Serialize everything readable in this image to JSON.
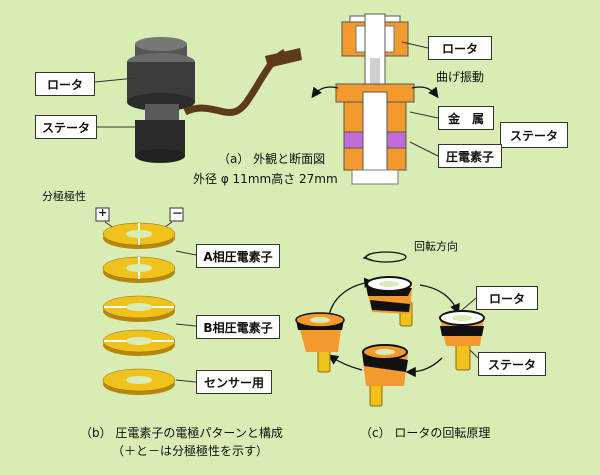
{
  "labels": {
    "rotor_top_left": "ロータ",
    "stator_top_left": "ステータ",
    "rotor_top_right": "ロータ",
    "bending_vibration": "曲げ振動",
    "metal": "金　属",
    "stator_right": "ステータ",
    "piezo_element": "圧電素子",
    "polarization": "分極極性",
    "plus": "+",
    "minus": "－",
    "a_phase": "A相圧電素子",
    "b_phase": "B相圧電素子",
    "sensor": "センサー用",
    "rotation_direction": "回転方向",
    "rotor_c": "ロータ",
    "stator_c": "ステータ"
  },
  "captions": {
    "a_line1": "（a） 外観と断面図",
    "a_line2": "外径 φ 11mm高さ 27mm",
    "b_line1": "（b） 圧電素子の電極パターンと構成",
    "b_line2": "（＋と－は分極極性を示す）",
    "c_line1": "（c） ロータの回転原理"
  },
  "colors": {
    "background": "#d8ecb4",
    "ring": "#f2c21c",
    "ring_dark": "#b8860b",
    "orange": "#f29a2e",
    "purple": "#c26cd6"
  }
}
